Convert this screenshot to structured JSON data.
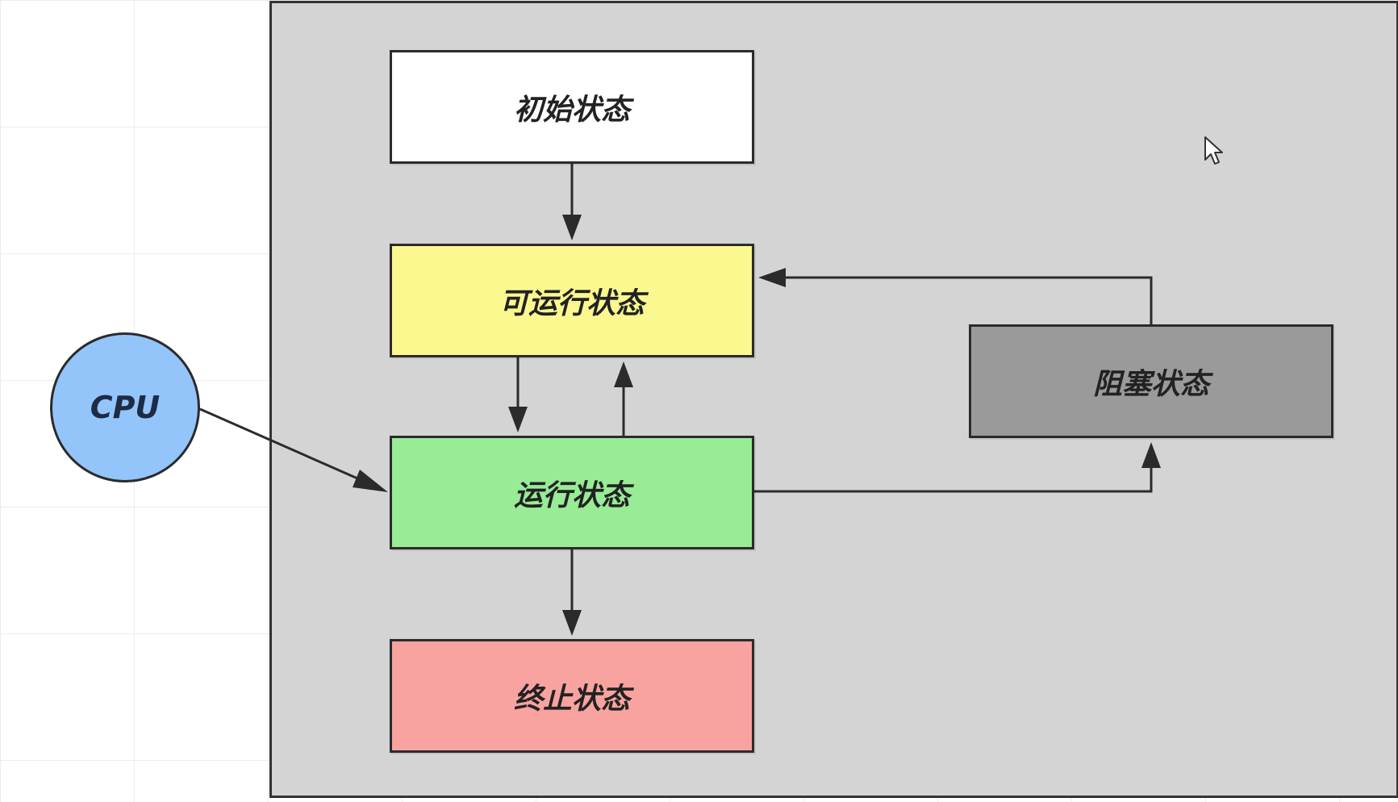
{
  "diagram": {
    "states": {
      "initial": {
        "label": "初始状态",
        "color": "#ffffff"
      },
      "runnable": {
        "label": "可运行状态",
        "color": "#fbf890"
      },
      "running": {
        "label": "运行状态",
        "color": "#98ec96"
      },
      "blocked": {
        "label": "阻塞状态",
        "color": "#9a9a9a"
      },
      "terminated": {
        "label": "终止状态",
        "color": "#f8a3a0"
      }
    },
    "cpu": {
      "label": "CPU",
      "color": "#93c5fb"
    },
    "container_color": "#d4d4d4",
    "edges": [
      {
        "from": "initial",
        "to": "runnable"
      },
      {
        "from": "runnable",
        "to": "running"
      },
      {
        "from": "running",
        "to": "runnable"
      },
      {
        "from": "running",
        "to": "terminated"
      },
      {
        "from": "running",
        "to": "blocked"
      },
      {
        "from": "blocked",
        "to": "runnable"
      },
      {
        "from": "cpu",
        "to": "running"
      }
    ]
  }
}
